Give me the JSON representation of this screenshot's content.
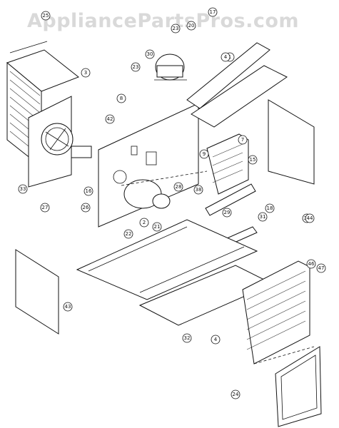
{
  "watermark": "AppliancePartsPros.com",
  "callouts": [
    "1",
    "2",
    "3",
    "4",
    "4",
    "7",
    "8",
    "9",
    "15",
    "16",
    "17",
    "18",
    "20",
    "21",
    "22",
    "23",
    "23",
    "24",
    "25",
    "26",
    "27",
    "28",
    "29",
    "30",
    "31",
    "32",
    "33",
    "34",
    "38",
    "42",
    "43",
    "44",
    "46",
    "47"
  ]
}
